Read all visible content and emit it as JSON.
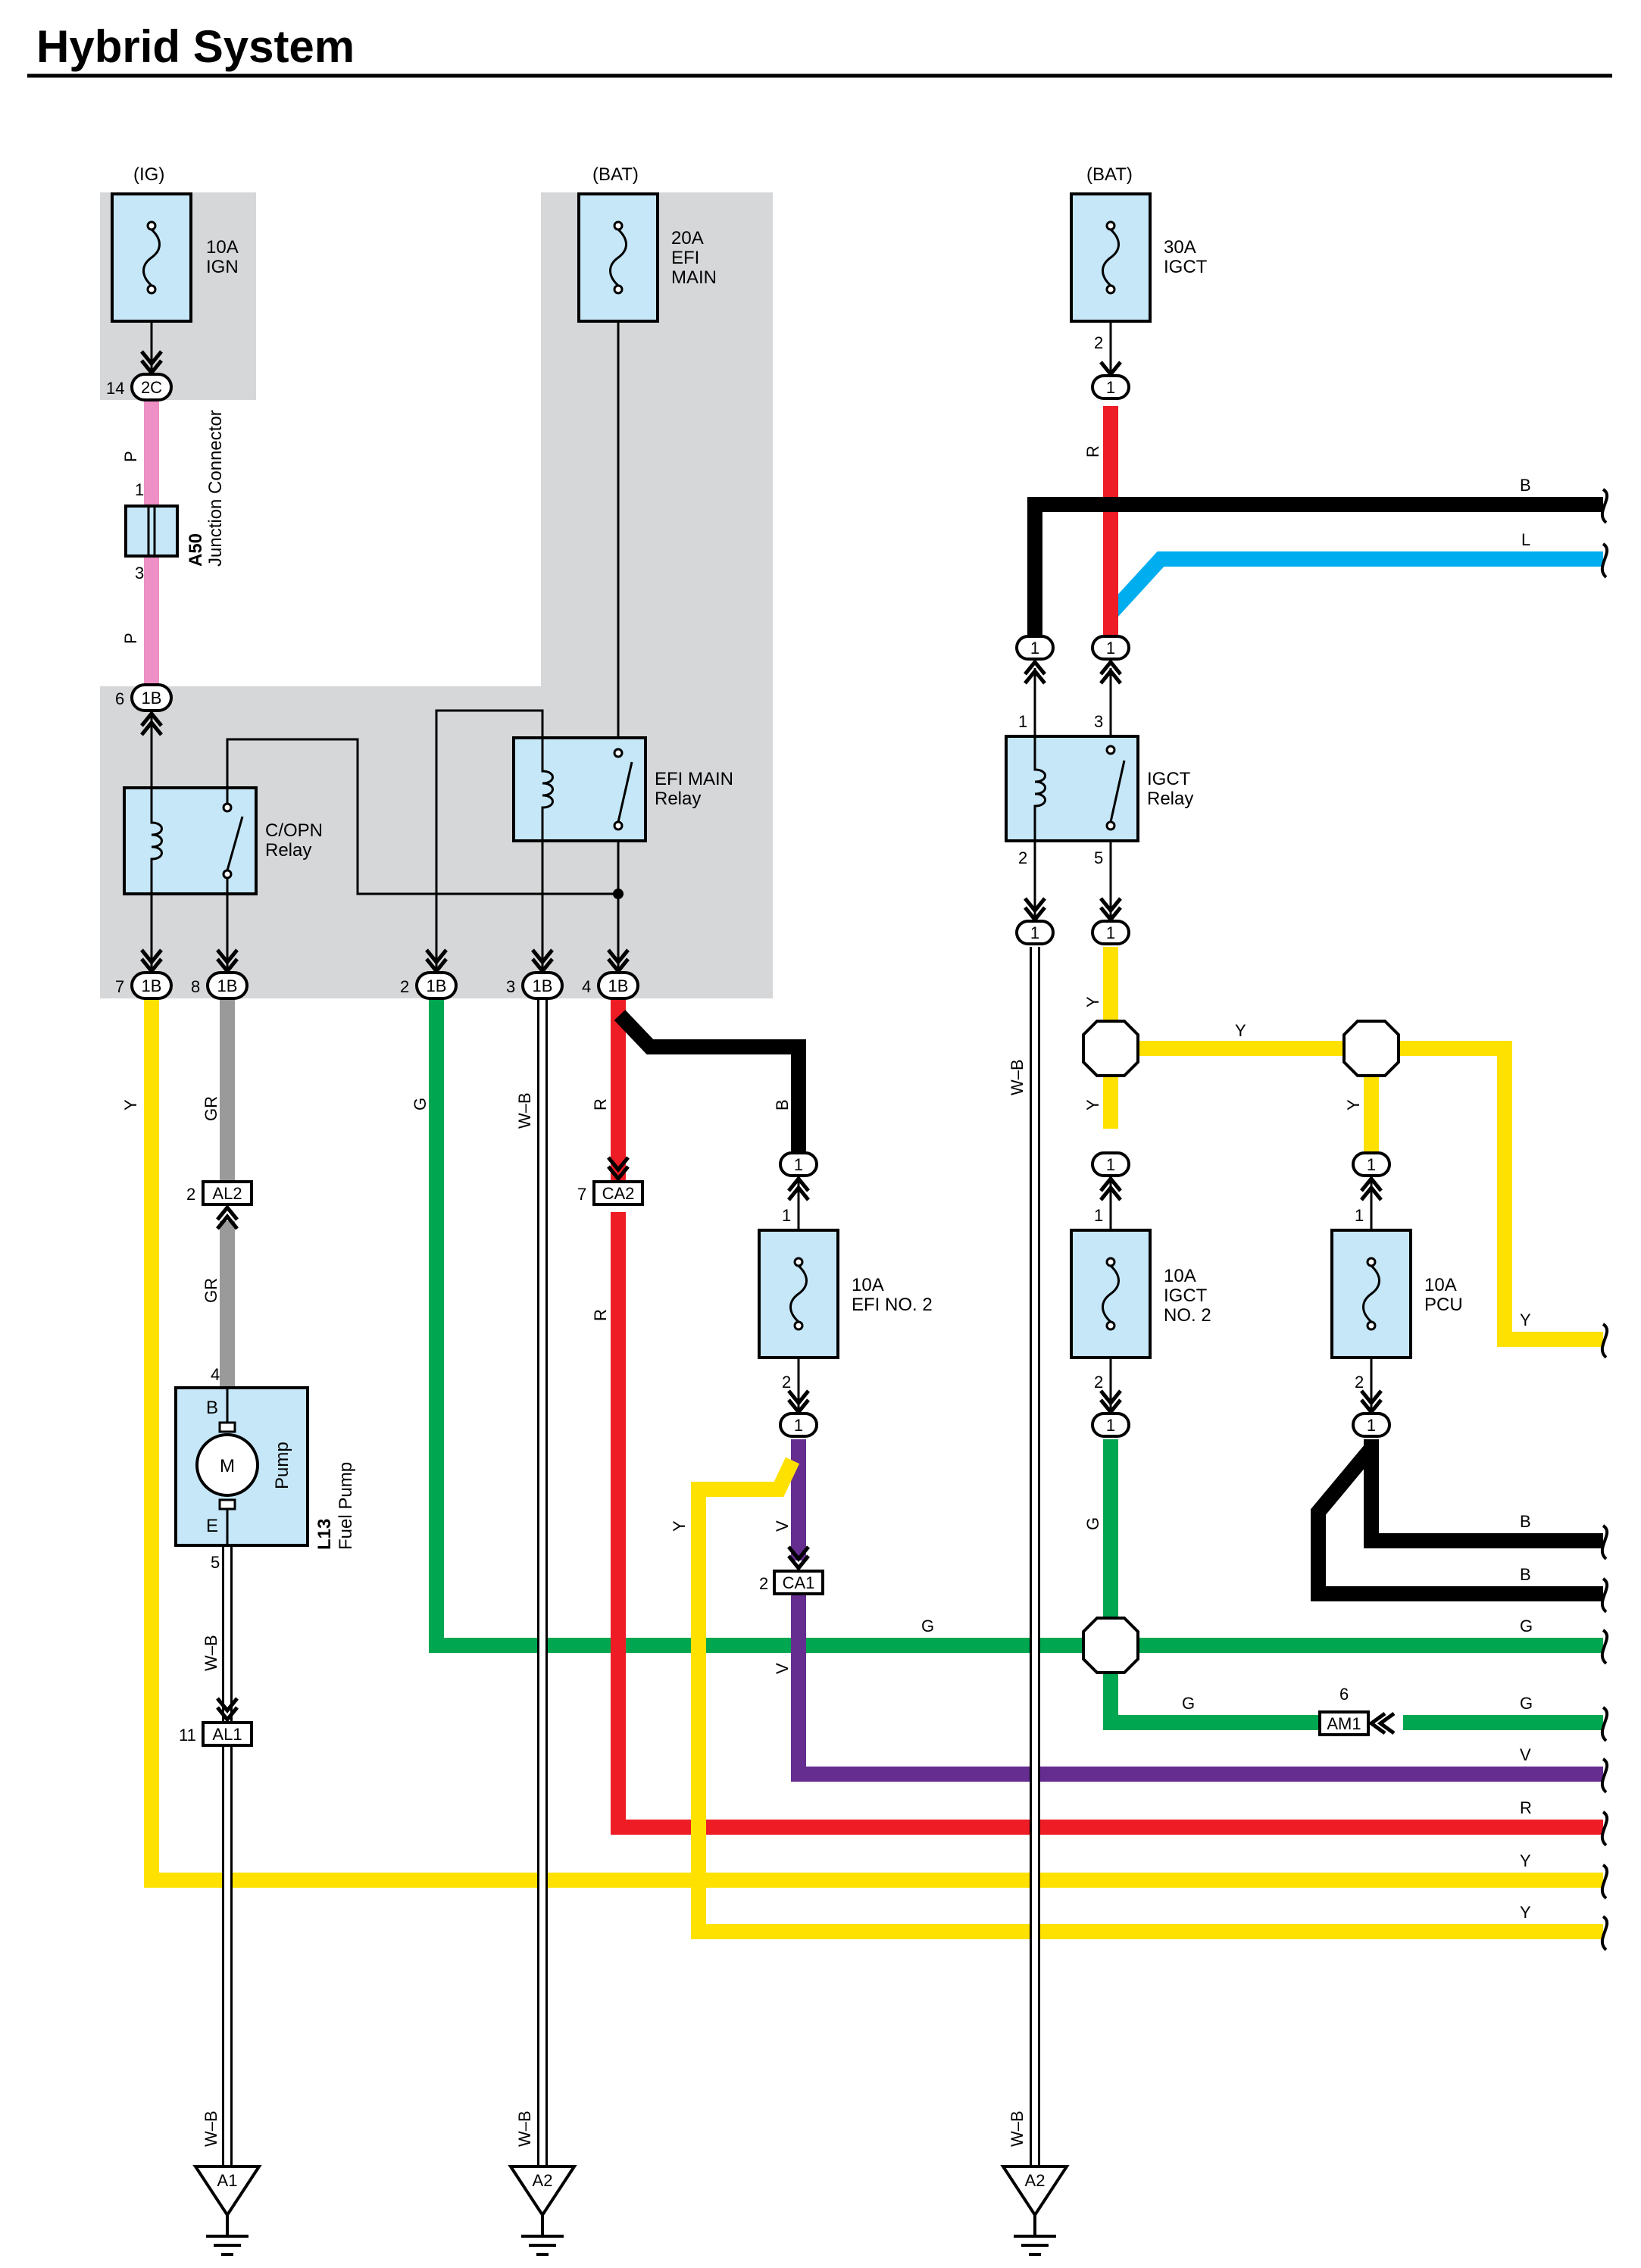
{
  "title": "Hybrid System",
  "sources": {
    "ig": "(IG)",
    "bat1": "(BAT)",
    "bat2": "(BAT)"
  },
  "fuses": {
    "ign": [
      "10A",
      "IGN"
    ],
    "efi_main": [
      "20A",
      "EFI",
      "MAIN"
    ],
    "igct": [
      "30A",
      "IGCT"
    ],
    "efi_no2": [
      "10A",
      "EFI NO. 2"
    ],
    "igct_no2": [
      "10A",
      "IGCT",
      "NO. 2"
    ],
    "pcu": [
      "10A",
      "PCU"
    ]
  },
  "relays": {
    "copn": [
      "C/OPN",
      "Relay"
    ],
    "efi_main": [
      "EFI MAIN",
      "Relay"
    ],
    "igct": [
      "IGCT",
      "Relay"
    ]
  },
  "components": {
    "a50": {
      "code": "A50",
      "name": "Junction Connector"
    },
    "l13": {
      "code": "L13",
      "name": "Fuel Pump",
      "inner": "Pump",
      "motor": "M",
      "pin_b": "B",
      "pin_e": "E"
    }
  },
  "connectors": {
    "c2c": "2C",
    "c1b": "1B",
    "c1": "1",
    "al2": "AL2",
    "al1": "AL1",
    "ca2": "CA2",
    "ca1": "CA1",
    "am1": "AM1",
    "a1": "A1",
    "a2": "A2"
  },
  "pins": {
    "p14": "14",
    "p1": "1",
    "p3": "3",
    "p6": "6",
    "p7": "7",
    "p8": "8",
    "p2": "2",
    "p4": "4",
    "p5": "5",
    "p11": "11"
  },
  "wire_colors": {
    "P": "P",
    "Y": "Y",
    "GR": "GR",
    "G": "G",
    "WB": "W–B",
    "R": "R",
    "B": "B",
    "L": "L",
    "V": "V"
  },
  "colors": {
    "pink": "#ee8fc6",
    "yellow": "#ffe100",
    "gray_wire": "#9a9a9a",
    "green": "#00a650",
    "red": "#ee1c24",
    "black": "#000000",
    "blue": "#00aeef",
    "violet": "#662d91",
    "component_fill": "#c6e7f7",
    "shade": "#d6d7d9"
  }
}
